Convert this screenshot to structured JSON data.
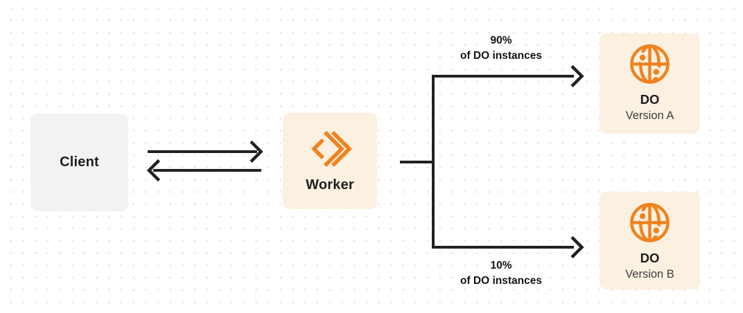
{
  "diagram": {
    "nodes": {
      "client": {
        "label": "Client"
      },
      "worker": {
        "label": "Worker",
        "icon": "cloudflare-workers-chevrons-icon"
      },
      "do_version_a": {
        "label": "DO",
        "sublabel": "Version A",
        "icon": "globe-network-icon"
      },
      "do_version_b": {
        "label": "DO",
        "sublabel": "Version B",
        "icon": "globe-network-icon"
      }
    },
    "edges": {
      "client_worker": {
        "type": "bidirectional-arrows"
      },
      "split_top": {
        "label_line1": "90%",
        "label_line2": "of DO instances"
      },
      "split_bottom": {
        "label_line1": "10%",
        "label_line2": "of DO instances"
      }
    },
    "colors": {
      "accent_orange": "#F0821F",
      "node_cream": "#FCF0E1",
      "node_gray": "#F2F2F3",
      "line_dark": "#212121",
      "dot_grid": "#E2E2E2",
      "text_dark": "#1D1D1F",
      "text_sub": "#3C3C3C"
    }
  }
}
